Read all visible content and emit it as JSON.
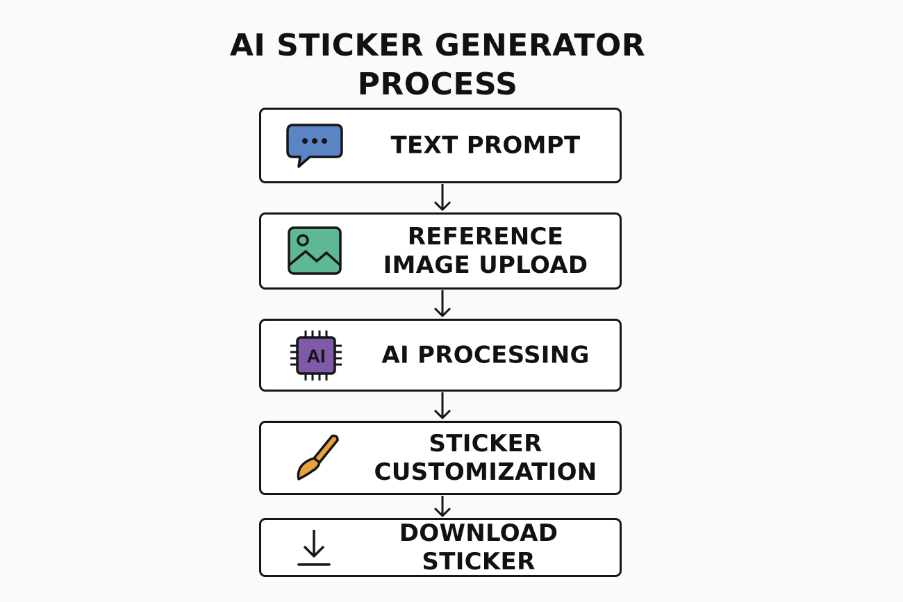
{
  "title": {
    "line1": "AI STICKER GENERATOR",
    "line2": "PROCESS"
  },
  "steps": [
    {
      "label": "TEXT PROMPT",
      "icon": "chat-bubble-icon",
      "color": "#5b84c4"
    },
    {
      "label_line1": "REFERENCE",
      "label_line2": "IMAGE UPLOAD",
      "icon": "image-icon",
      "color": "#5fb894"
    },
    {
      "label": "AI PROCESSING",
      "icon": "ai-chip-icon",
      "icon_text": "AI",
      "color": "#7e5aa8"
    },
    {
      "label_line1": "STICKER",
      "label_line2": "CUSTOMIZATION",
      "icon": "paintbrush-icon",
      "color": "#e8a23c"
    },
    {
      "label": "DOWNLOAD STICKER",
      "icon": "download-icon",
      "color": "#151515"
    }
  ]
}
